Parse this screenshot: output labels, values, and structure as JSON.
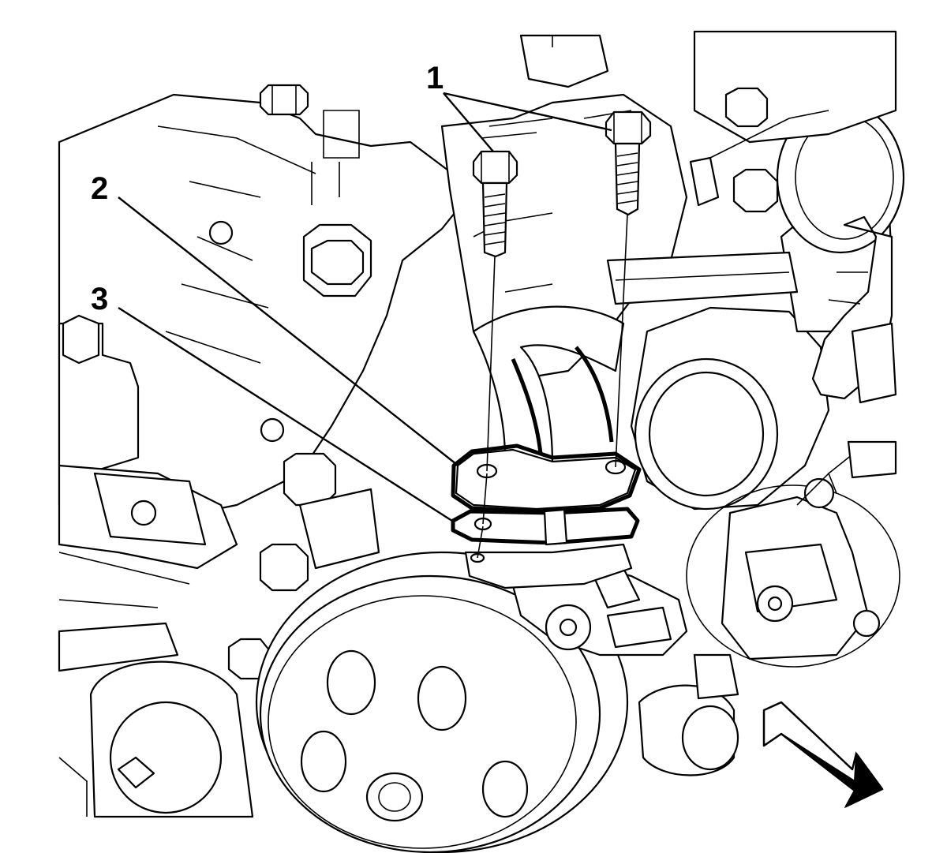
{
  "callouts": [
    {
      "label": "1"
    },
    {
      "label": "2"
    },
    {
      "label": "3"
    }
  ],
  "icons": {
    "direction_arrow": "arrow-right-down-icon"
  },
  "colors": {
    "line": "#000000",
    "background": "#ffffff"
  }
}
